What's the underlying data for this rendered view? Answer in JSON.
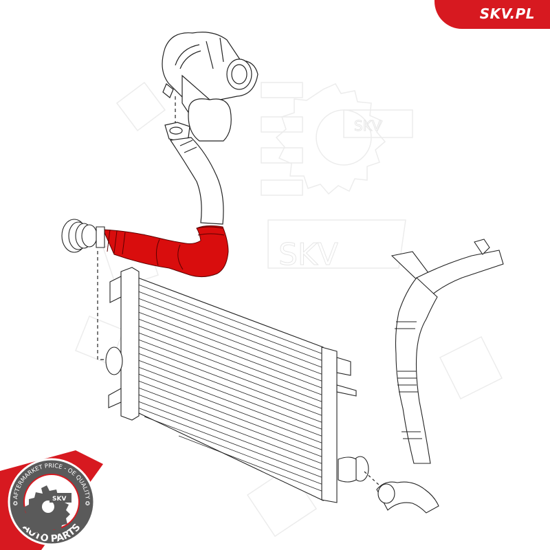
{
  "brand": {
    "site_label": "SKV.PL",
    "accent_color": "#d71920",
    "highlight_color": "#d90d0d"
  },
  "watermark": {
    "text_top": "SKV",
    "text_bottom": "SKV"
  },
  "badge": {
    "arc_text_top": "AFTERMARKET PRICE - OE QUALITY",
    "arc_text_bottom": "AUTO PARTS",
    "center_text": "SKV",
    "ring_color": "#555555",
    "inner_color": "#d71920"
  },
  "diagram": {
    "highlighted_part": "intercooler-inlet-hose",
    "parts": [
      "turbocharger",
      "turbo-outlet-pipe",
      "intercooler-inlet-hose",
      "intercooler",
      "intercooler-outlet-hose"
    ]
  }
}
